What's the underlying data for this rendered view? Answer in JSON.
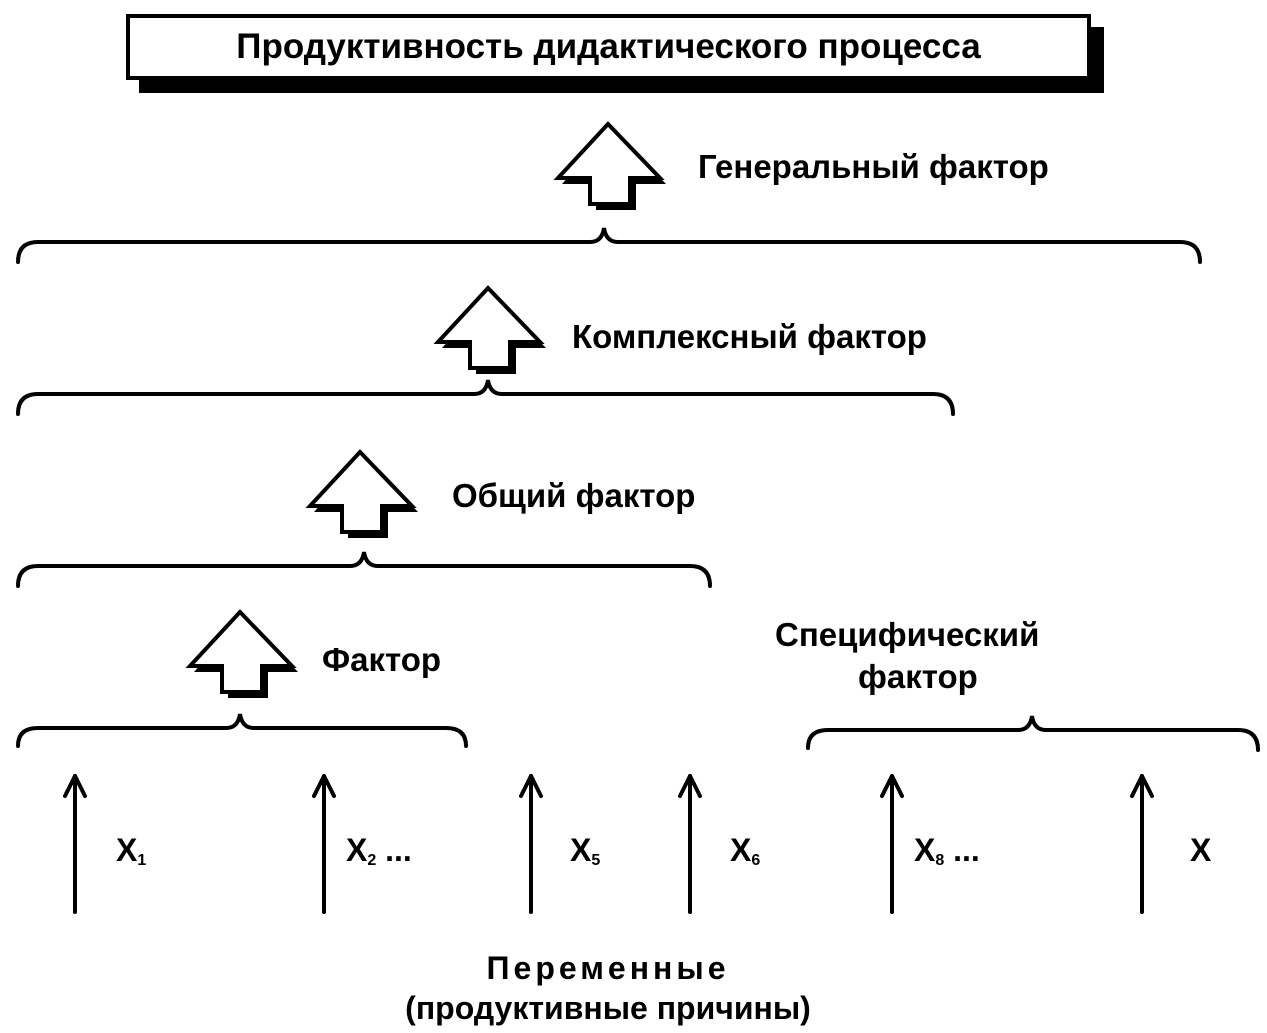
{
  "title": "Продуктивность дидактического процесса",
  "levels": {
    "general": "Генеральный фактор",
    "complex": "Комплексный фактор",
    "common": "Общий фактор",
    "factor": "Фактор",
    "specific_line1": "Специфический",
    "specific_line2": "фактор"
  },
  "variables": [
    {
      "base": "X",
      "sub": "1",
      "suffix": ""
    },
    {
      "base": "X",
      "sub": "2",
      "suffix": " ..."
    },
    {
      "base": "X",
      "sub": "5",
      "suffix": ""
    },
    {
      "base": "X",
      "sub": "6",
      "suffix": ""
    },
    {
      "base": "X",
      "sub": "8",
      "suffix": " ..."
    },
    {
      "base": "X",
      "sub": "",
      "suffix": ""
    }
  ],
  "footer": {
    "line1": "Переменные",
    "line2": "(продуктивные причины)"
  }
}
